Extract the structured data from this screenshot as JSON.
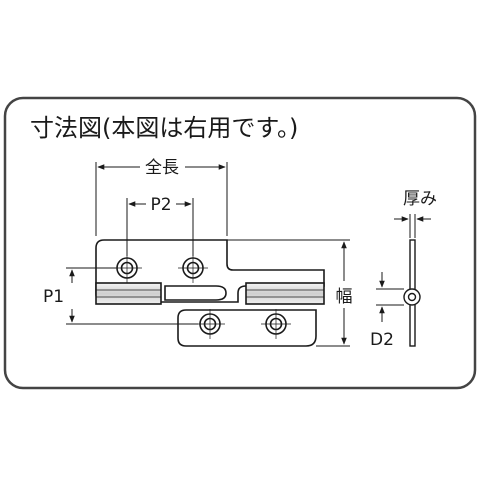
{
  "title": "寸法図(本図は右用です。)",
  "labels": {
    "overall_length": "全長",
    "p2": "P2",
    "p1": "P1",
    "width": "幅",
    "thickness": "厚み",
    "d2": "D2"
  },
  "colors": {
    "stroke": "#1a1a1a",
    "frame": "#444444",
    "fill_light": "#e8e8e8",
    "background": "#ffffff"
  }
}
